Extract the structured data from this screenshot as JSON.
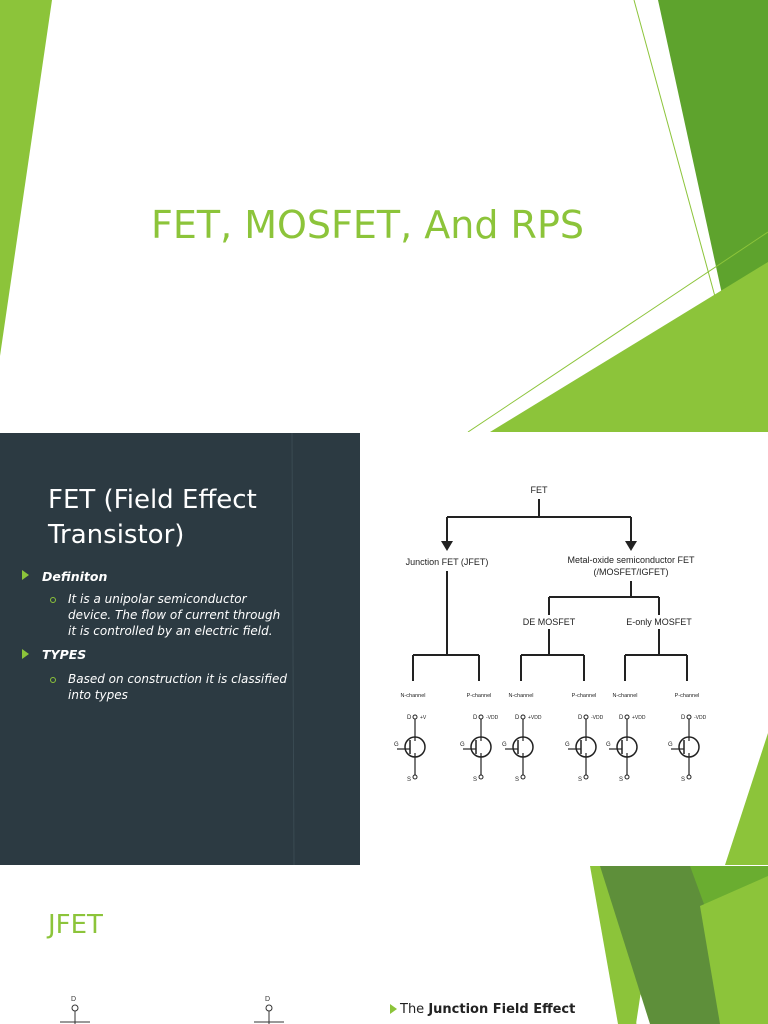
{
  "slide1": {
    "title": "FET, MOSFET, And RPS",
    "colors": {
      "accent": "#8cc43a",
      "accent_dark": "#5ea32d"
    }
  },
  "slide2": {
    "title": "FET (Field Effect Transistor)",
    "bullets": [
      {
        "label": "Definiton",
        "sub": "It is a unipolar semiconductor device. The flow of current through it is controlled by an electric field."
      },
      {
        "label": "TYPES",
        "sub": "Based on construction it is classified into types"
      }
    ],
    "diagram": {
      "root": "FET",
      "jfet": "Junction FET (JFET)",
      "mosfet": "Metal-oxide semiconductor FET",
      "mosfet2": "(/MOSFET/IGFET)",
      "de": "DE MOSFET",
      "eonly": "E-only MOSFET",
      "n_channel": "N-channel",
      "p_channel": "P-channel",
      "pins": {
        "d": "D",
        "g": "G",
        "s": "S"
      },
      "supply_pos": "+V",
      "supply_pos_dd": "+VDD",
      "supply_neg_dd": "-VDD"
    },
    "colors": {
      "panel": "#2c3a42",
      "text": "#ffffff"
    }
  },
  "slide3": {
    "title": "JFET",
    "text_prefix": "The ",
    "text_bold": "Junction Field Effect"
  }
}
